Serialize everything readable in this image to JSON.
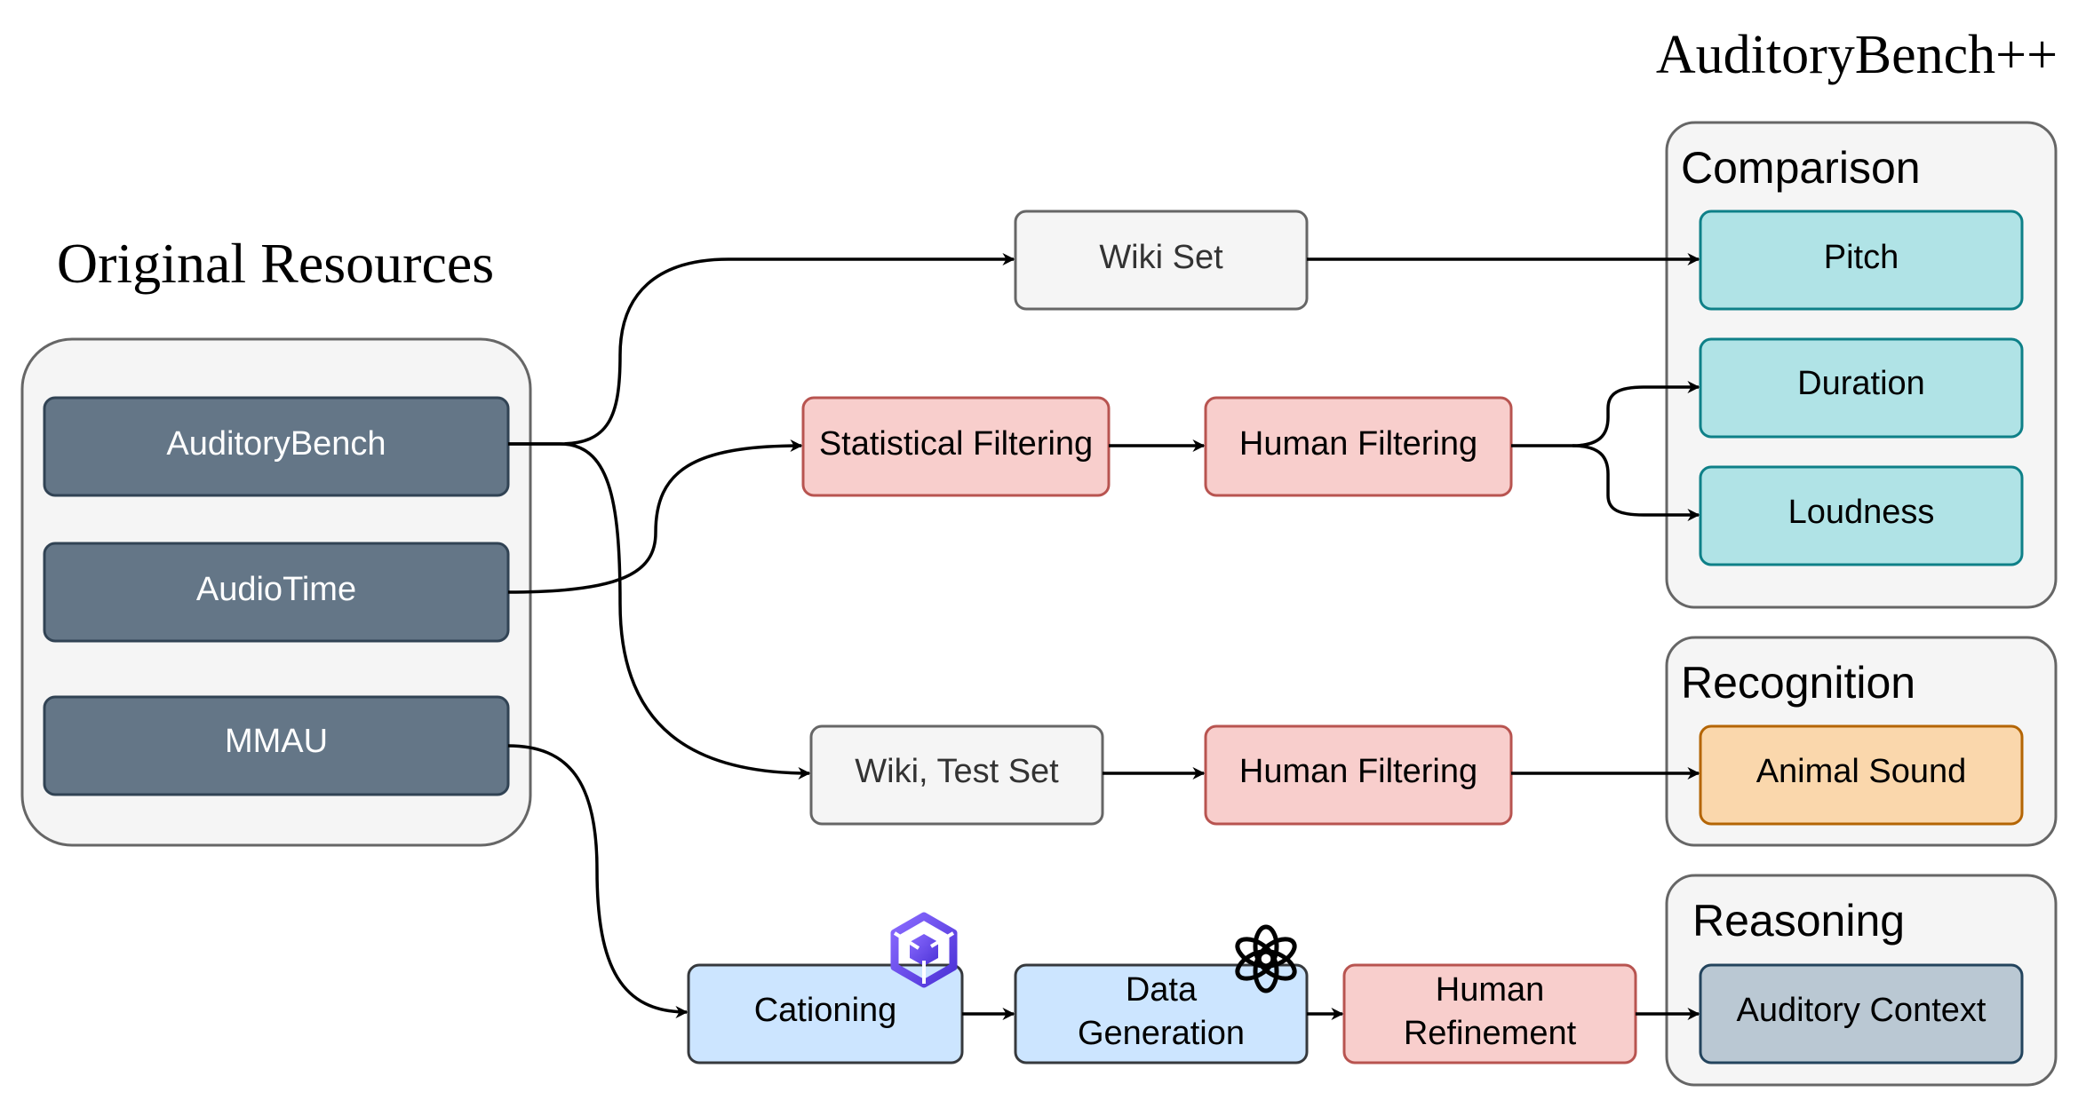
{
  "title_right": "AuditoryBench++",
  "title_left": "Original Resources",
  "sources": {
    "auditorybench": "AuditoryBench",
    "audiotime": "AudioTime",
    "mmau": "MMAU"
  },
  "process": {
    "wiki_set": "Wiki Set",
    "statistical_filtering": "Statistical Filtering",
    "human_filtering_1": "Human Filtering",
    "wiki_test_set": "Wiki, Test Set",
    "human_filtering_2": "Human Filtering",
    "cationing": "Cationing",
    "data_generation": [
      "Data",
      "Generation"
    ],
    "human_refinement": [
      "Human",
      "Refinement"
    ]
  },
  "groups": {
    "comparison": {
      "label": "Comparison",
      "items": [
        "Pitch",
        "Duration",
        "Loudness"
      ]
    },
    "recognition": {
      "label": "Recognition",
      "items": [
        "Animal Sound"
      ]
    },
    "reasoning": {
      "label": "Reasoning",
      "items": [
        "Auditory Context"
      ]
    }
  },
  "icons": {
    "qwen": "qwen-logo-icon",
    "openai": "openai-logo-icon"
  },
  "colors": {
    "source_fill": "#647687",
    "source_stroke": "#314354",
    "gray_fill": "#f5f5f5",
    "gray_stroke": "#666666",
    "red_fill": "#f8cecc",
    "red_stroke": "#b85450",
    "teal_fill": "#b0e3e6",
    "teal_stroke": "#0e8088",
    "orange_fill": "#fad7ac",
    "orange_stroke": "#b46504",
    "blue_fill": "#cce5ff",
    "blue_stroke": "#36393d",
    "slate_fill": "#bac8d3",
    "slate_stroke": "#23445d",
    "qwen_purple": "#6a4bff"
  }
}
